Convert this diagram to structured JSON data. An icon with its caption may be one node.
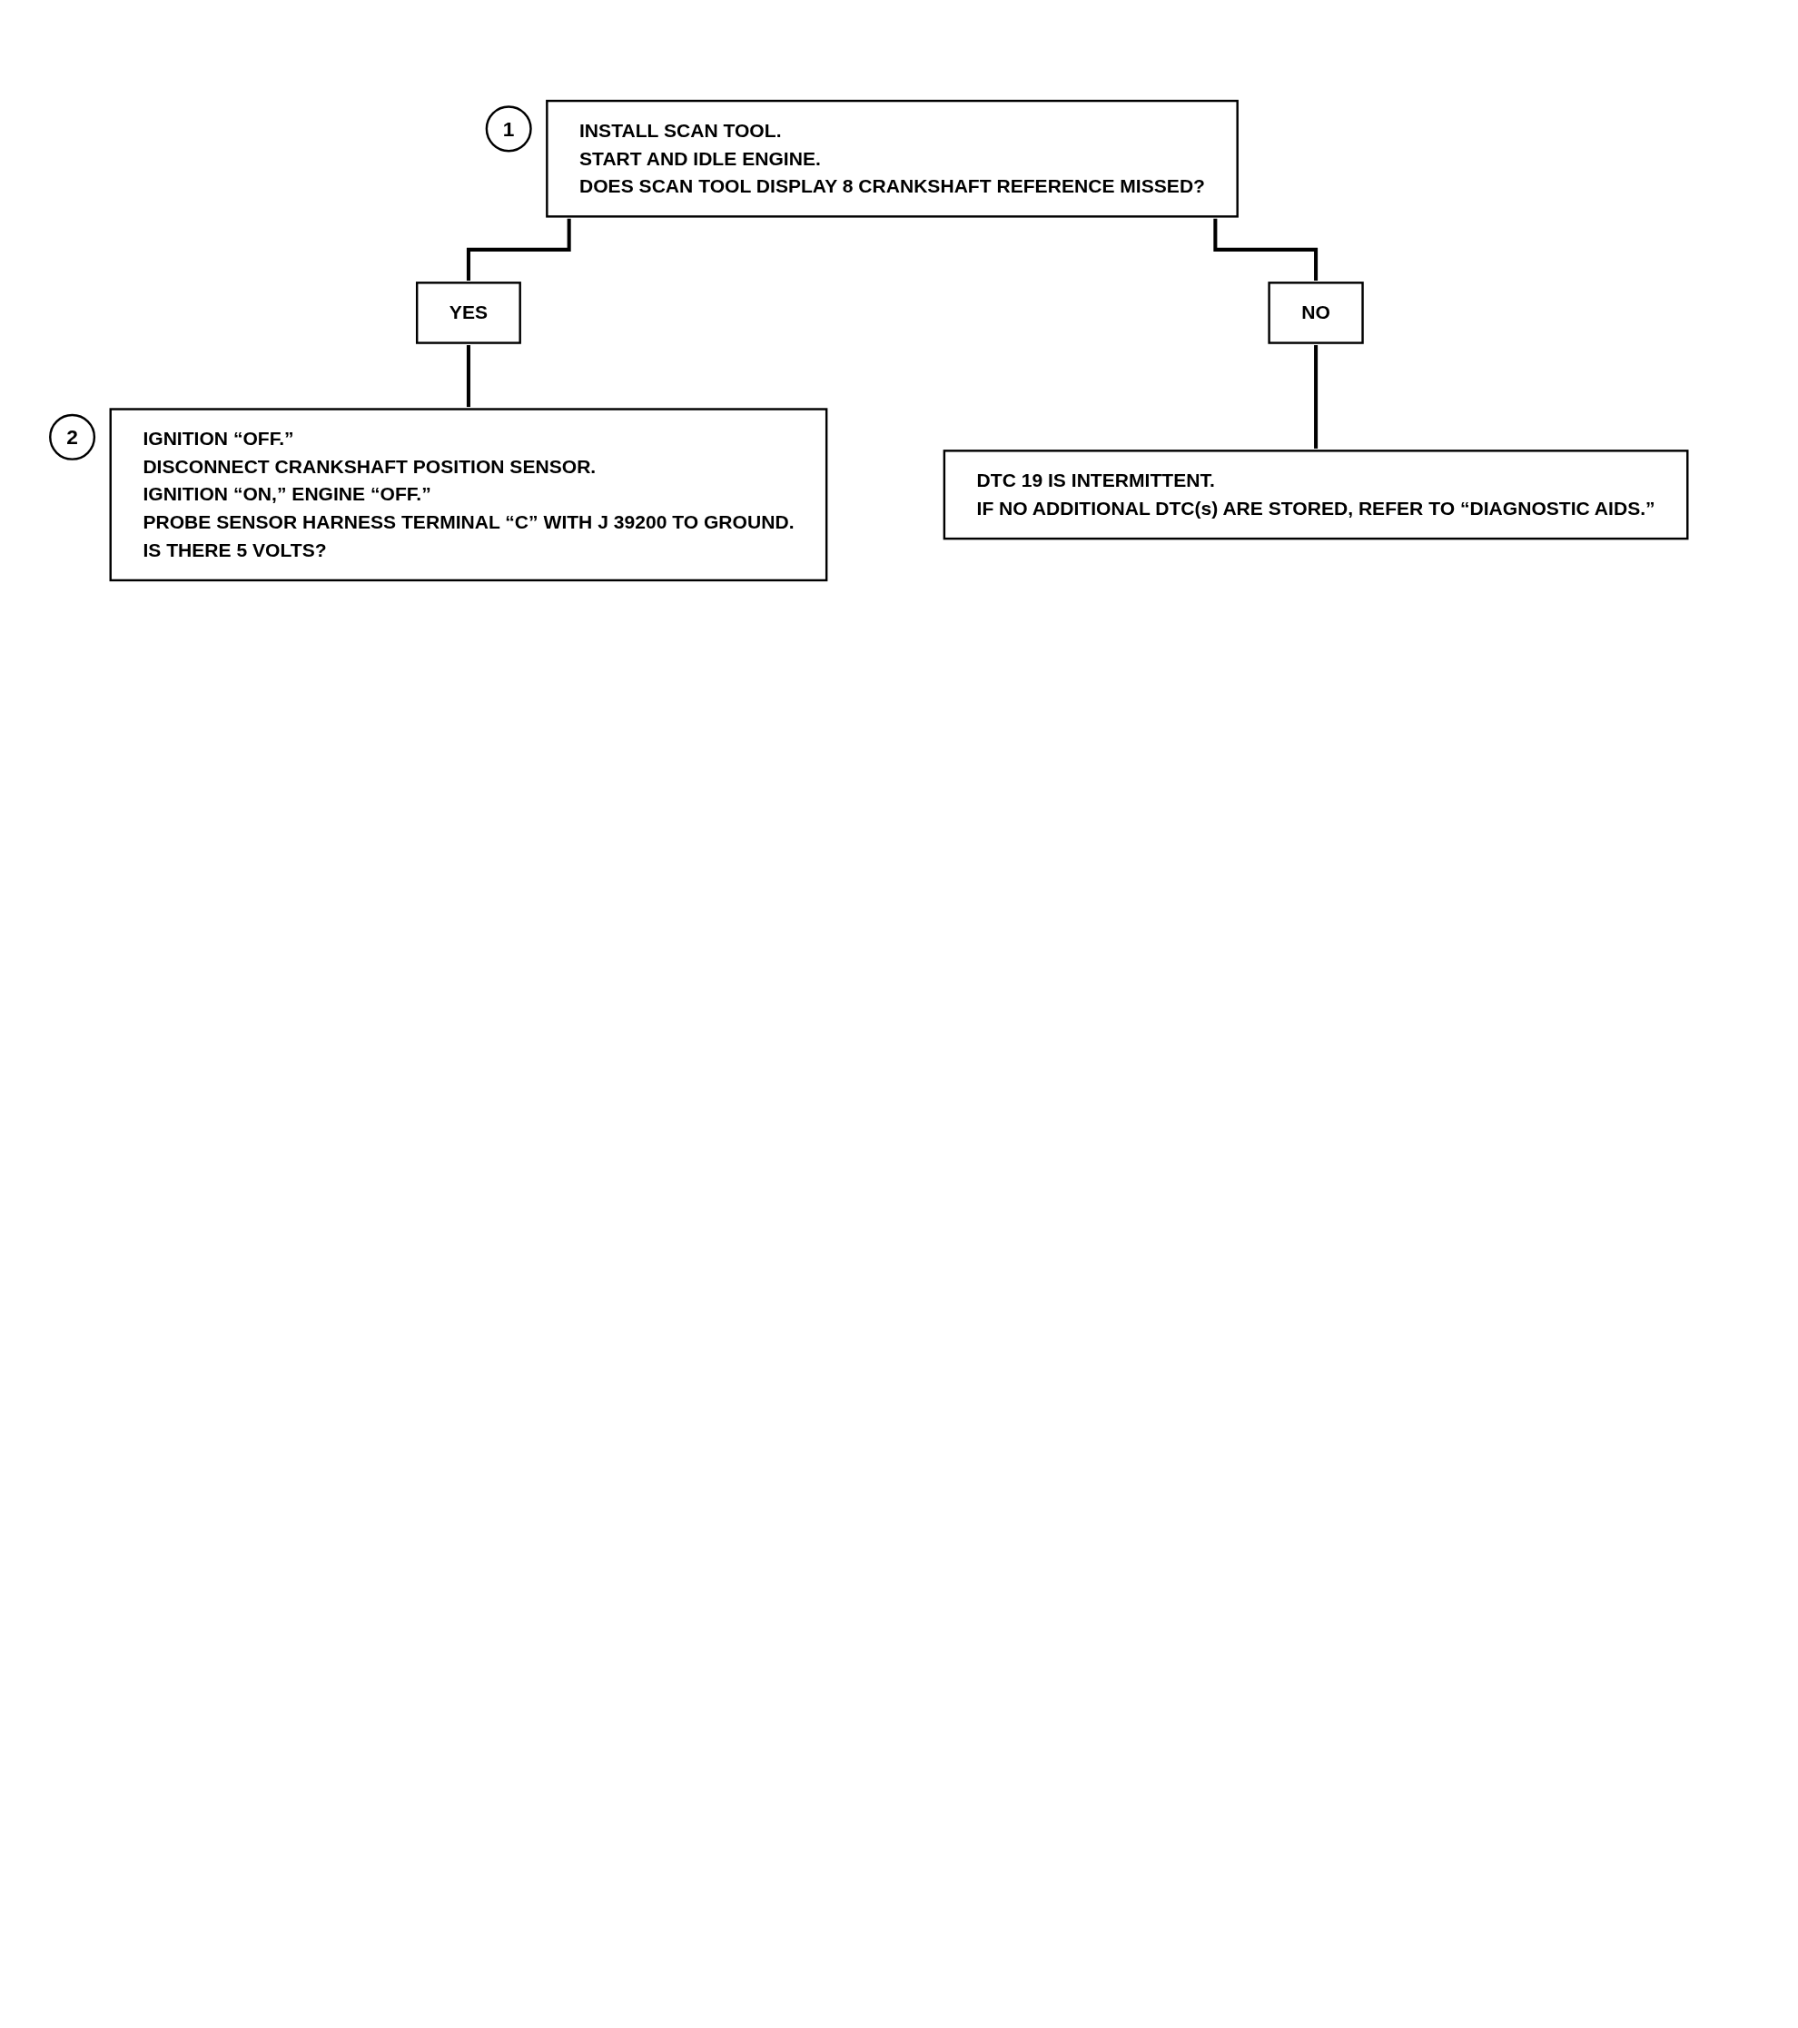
{
  "diagram": {
    "nodes": [
      {
        "text": [
          "INSTALL SCAN TOOL.",
          "START AND IDLE ENGINE.",
          "DOES SCAN TOOL DISPLAY 8 CRANKSHAFT REFERENCE MISSED?"
        ],
        "beside": [
          "1"
        ]
      },
      {
        "text": [
          "YES"
        ]
      },
      {
        "text": [
          "NO"
        ]
      },
      {
        "text": [
          "IGNITION “OFF.”",
          "DISCONNECT CRANKSHAFT POSITION SENSOR.",
          "IGNITION “ON,” ENGINE “OFF.”",
          "PROBE SENSOR HARNESS TERMINAL “C” WITH J 39200 TO GROUND.",
          "IS THERE 5 VOLTS?"
        ],
        "beside": [
          "2"
        ]
      },
      {
        "text": [
          "DTC 19 IS INTERMITTENT.",
          "IF NO ADDITIONAL DTC(s) ARE STORED, REFER TO “DIAGNOSTIC AIDS.”"
        ]
      }
    ],
    "edges": [
      {
        "from": 0,
        "to": 1,
        "arrow": "none"
      },
      {
        "from": 0,
        "to": 2,
        "arrow": "none"
      },
      {
        "from": 1,
        "to": 3,
        "arrow": "none"
      },
      {
        "from": 2,
        "to": 4,
        "arrow": "none"
      }
    ]
  }
}
